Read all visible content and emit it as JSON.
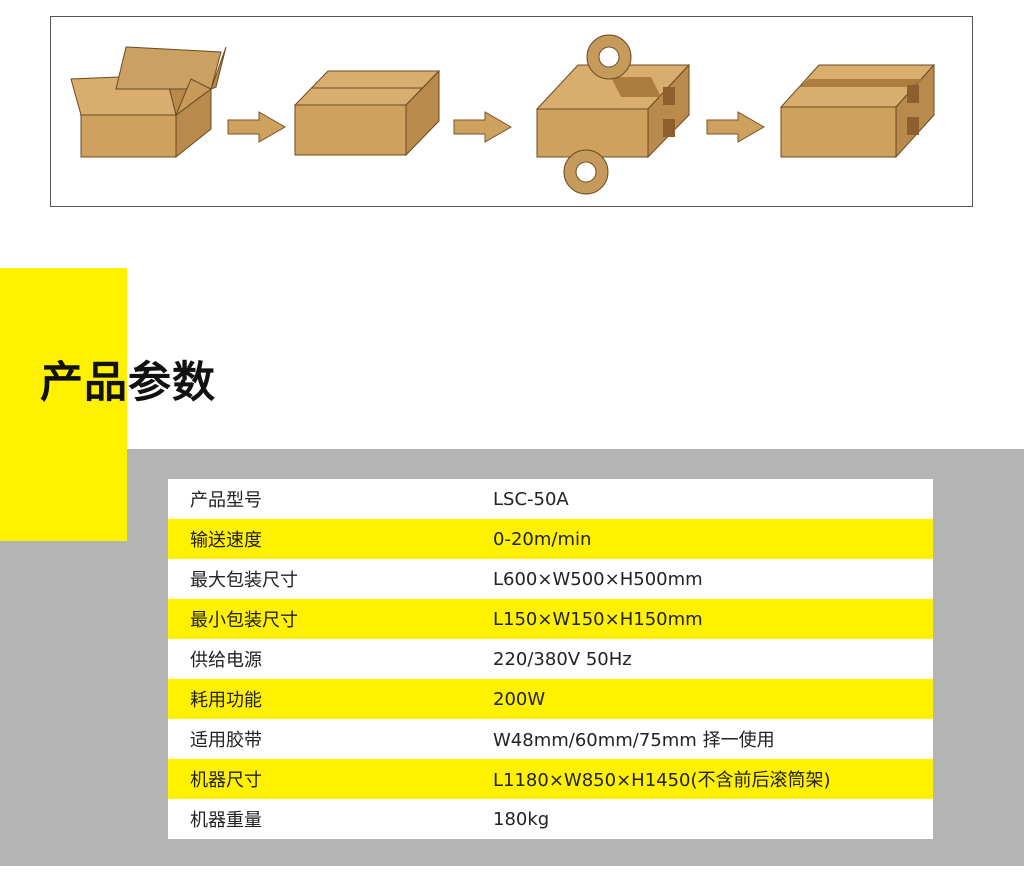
{
  "section": {
    "title": "产品参数"
  },
  "colors": {
    "accent_yellow": "#fff100",
    "band_gray": "#b4b4b4",
    "carton": "#cfa15f",
    "tape": "#c69a5a"
  },
  "process_steps": [
    {
      "icon": "open-carton-icon"
    },
    {
      "icon": "arrow-right-icon"
    },
    {
      "icon": "closed-carton-icon"
    },
    {
      "icon": "arrow-right-icon"
    },
    {
      "icon": "taping-carton-icon"
    },
    {
      "icon": "arrow-right-icon"
    },
    {
      "icon": "sealed-carton-icon"
    }
  ],
  "specs": [
    {
      "label": "产品型号",
      "value": "LSC-50A"
    },
    {
      "label": "输送速度",
      "value": "0-20m/min"
    },
    {
      "label": "最大包装尺寸",
      "value": "L600×W500×H500mm"
    },
    {
      "label": "最小包装尺寸",
      "value": "L150×W150×H150mm"
    },
    {
      "label": "供给电源",
      "value": "220/380V 50Hz"
    },
    {
      "label": "耗用功能",
      "value": "200W"
    },
    {
      "label": "适用胶带",
      "value": "W48mm/60mm/75mm 择一使用"
    },
    {
      "label": "机器尺寸",
      "value": "L1180×W850×H1450(不含前后滚筒架)"
    },
    {
      "label": "机器重量",
      "value": "180kg"
    }
  ]
}
